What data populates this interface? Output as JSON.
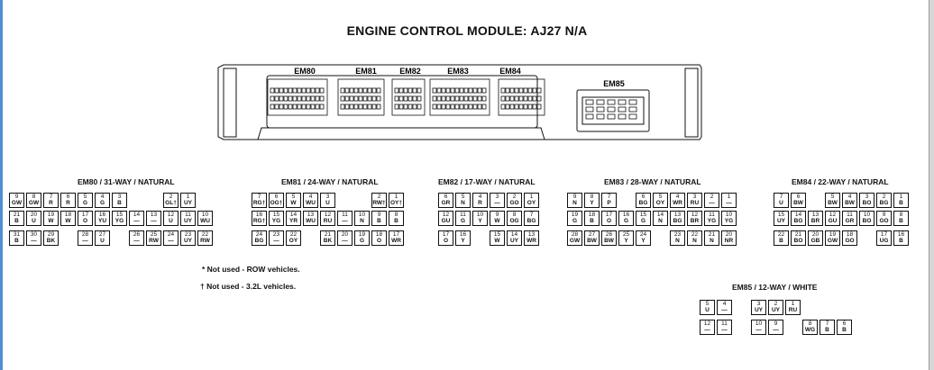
{
  "title": "ENGINE CONTROL MODULE: AJ27 N/A",
  "ecm_labels": [
    "EM80",
    "EM81",
    "EM82",
    "EM83",
    "EM84",
    "EM85"
  ],
  "notes": [
    "* Not used - ROW vehicles.",
    "† Not used - 3.2L vehicles."
  ],
  "connectors": [
    {
      "id": "em80",
      "label": "EM80 / 31-WAY / NATURAL",
      "pins": [
        [
          "9",
          "GW"
        ],
        [
          "8",
          "GW"
        ],
        [
          "7",
          "R"
        ],
        [
          "6",
          "R"
        ],
        [
          "5",
          "G"
        ],
        [
          "4",
          "G"
        ],
        [
          "3",
          "B"
        ],
        [
          "2",
          "GL†"
        ],
        [
          "1",
          "UY"
        ],
        [
          "21",
          "B"
        ],
        [
          "20",
          "U"
        ],
        [
          "19",
          "W"
        ],
        [
          "18",
          "W"
        ],
        [
          "17",
          "O"
        ],
        [
          "16",
          "YU"
        ],
        [
          "15",
          "YG"
        ],
        [
          "14",
          "—"
        ],
        [
          "13",
          "—"
        ],
        [
          "12",
          "U"
        ],
        [
          "11",
          "UY"
        ],
        [
          "10",
          "WU"
        ],
        [
          "31",
          "B"
        ],
        [
          "30",
          "—"
        ],
        [
          "29",
          "BK"
        ],
        [
          "28",
          "—"
        ],
        [
          "27",
          "U"
        ],
        [
          "26",
          "—"
        ],
        [
          "25",
          "RW"
        ],
        [
          "24",
          "—"
        ],
        [
          "23",
          "UY"
        ],
        [
          "22",
          "RW"
        ]
      ]
    },
    {
      "id": "em81",
      "label": "EM81 / 24-WAY / NATURAL",
      "pins": [
        [
          "7",
          "RG†"
        ],
        [
          "6",
          "OG†"
        ],
        [
          "5",
          "W"
        ],
        [
          "4",
          "WU"
        ],
        [
          "3",
          "U"
        ],
        [
          "2",
          "RW†"
        ],
        [
          "1",
          "OY†"
        ],
        [
          "16",
          "RG†"
        ],
        [
          "15",
          "YG"
        ],
        [
          "14",
          "YR"
        ],
        [
          "13",
          "WU"
        ],
        [
          "12",
          "RU"
        ],
        [
          "11",
          "—"
        ],
        [
          "10",
          "N"
        ],
        [
          "9",
          "B"
        ],
        [
          "8",
          "B"
        ],
        [
          "24",
          "BG"
        ],
        [
          "23",
          "—"
        ],
        [
          "22",
          "OY"
        ],
        [
          "21",
          "BK"
        ],
        [
          "20",
          "—"
        ],
        [
          "19",
          "G"
        ],
        [
          "18",
          "O"
        ],
        [
          "17",
          "WR"
        ]
      ]
    },
    {
      "id": "em82",
      "label": "EM82 / 17-WAY / NATURAL",
      "pins": [
        [
          "6",
          "GR"
        ],
        [
          "5",
          "N"
        ],
        [
          "4",
          "R"
        ],
        [
          "3",
          "—"
        ],
        [
          "2",
          "GO"
        ],
        [
          "1",
          "OY"
        ],
        [
          "12",
          "GU"
        ],
        [
          "11",
          "G"
        ],
        [
          "10",
          "Y"
        ],
        [
          "9",
          "W"
        ],
        [
          "8",
          "OG"
        ],
        [
          "7",
          "BG"
        ],
        [
          "17",
          "O"
        ],
        [
          "16",
          "Y"
        ],
        [
          "15",
          "W"
        ],
        [
          "14",
          "UY"
        ],
        [
          "13",
          "WR"
        ]
      ]
    },
    {
      "id": "em83",
      "label": "EM83 / 28-WAY / NATURAL",
      "pins": [
        [
          "9",
          "N"
        ],
        [
          "8",
          "Y"
        ],
        [
          "7",
          "P"
        ],
        [
          "6",
          "BG"
        ],
        [
          "5",
          "OY"
        ],
        [
          "4",
          "WR"
        ],
        [
          "3",
          "RU"
        ],
        [
          "2",
          "—"
        ],
        [
          "1",
          "—"
        ],
        [
          "19",
          "G"
        ],
        [
          "18",
          "B"
        ],
        [
          "17",
          "O"
        ],
        [
          "16",
          "G"
        ],
        [
          "15",
          "G"
        ],
        [
          "14",
          "N"
        ],
        [
          "13",
          "BG"
        ],
        [
          "12",
          "BR"
        ],
        [
          "11",
          "YG"
        ],
        [
          "10",
          "YG"
        ],
        [
          "28",
          "GW"
        ],
        [
          "27",
          "BW"
        ],
        [
          "26",
          "BW"
        ],
        [
          "25",
          "Y"
        ],
        [
          "24",
          "Y"
        ],
        [
          "23",
          "N"
        ],
        [
          "22",
          "N"
        ],
        [
          "21",
          "N"
        ],
        [
          "20",
          "NR"
        ]
      ]
    },
    {
      "id": "em84",
      "label": "EM84 / 22-WAY / NATURAL",
      "pins": [
        [
          "7",
          "U"
        ],
        [
          "6",
          "BW"
        ],
        [
          "5",
          "BW"
        ],
        [
          "4",
          "BW"
        ],
        [
          "3",
          "BO"
        ],
        [
          "2",
          "BG"
        ],
        [
          "1",
          "B"
        ],
        [
          "15",
          "UY"
        ],
        [
          "14",
          "BG"
        ],
        [
          "13",
          "BR"
        ],
        [
          "12",
          "GU"
        ],
        [
          "11",
          "GR"
        ],
        [
          "10",
          "BO"
        ],
        [
          "9",
          "GO"
        ],
        [
          "8",
          "B"
        ],
        [
          "22",
          "B"
        ],
        [
          "21",
          "BO"
        ],
        [
          "20",
          "GB"
        ],
        [
          "19",
          "GW"
        ],
        [
          "18",
          "GO"
        ],
        [
          "17",
          "UG"
        ],
        [
          "16",
          "B"
        ]
      ]
    },
    {
      "id": "em85",
      "label": "EM85 / 12-WAY / WHITE",
      "pins": [
        [
          "5",
          "U"
        ],
        [
          "4",
          "—"
        ],
        [
          "3",
          "UY"
        ],
        [
          "2",
          "UY"
        ],
        [
          "1",
          "RU"
        ],
        [
          "12",
          "—"
        ],
        [
          "11",
          "—"
        ],
        [
          "10",
          "—"
        ],
        [
          "9",
          "—"
        ],
        [
          "8",
          "WG"
        ],
        [
          "7",
          "B"
        ],
        [
          "6",
          "B"
        ]
      ]
    }
  ]
}
